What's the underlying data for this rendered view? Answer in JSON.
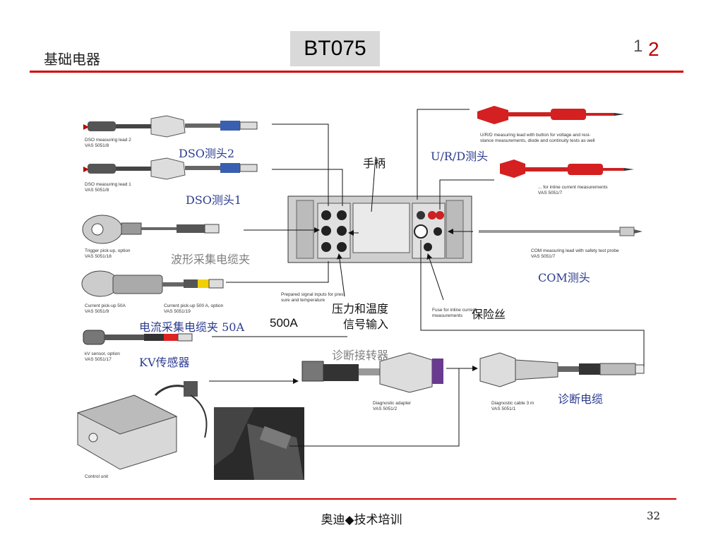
{
  "header": {
    "title": "基础电器",
    "code": "BT075",
    "page_small": "1",
    "page_red": "2"
  },
  "colors": {
    "accent_red": "#d00000",
    "label_blue": "#2b3b8f",
    "code_box": "#d9d9d9"
  },
  "small_labels": {
    "dso2": "DSO measuring lead 2\nVAS 5051/8",
    "dso1": "DSO measuring lead 1\nVAS 5051/8",
    "trigger": "Trigger pick-up, option\nVAS 5051/18",
    "cp50": "Current pick-up 50A\nVAS 5051/9",
    "cp500": "Current pick-up 500 A, option\nVAS 5051/19",
    "kv": "kV sensor, option\nVAS 5051/17",
    "control": "Control unit",
    "prepared": "Prepared signal inputs for pres-\nsure and temperature",
    "fuse": "Fuse for inline current\nmeasurements",
    "urd": "U/R/D measuring lead with button for voltage and resi-\nstance measurements, diode and continuity tests as well",
    "inline": "... for inline current measurements\nVAS 5051/7",
    "com": "COM measuring lead with safety test probe\nVAS 5051/7",
    "adapter": "Diagnostic adapter\nVAS 5051/2",
    "cable": "Diagnostic cable 3 m\nVAS 5051/1"
  },
  "labels": {
    "dso2": "DSO测头2",
    "dso1": "DSO测头1",
    "handle": "手柄",
    "urd": "U/R/D测头",
    "waveform": "波形采集电缆夹",
    "com": "COM测头",
    "pressure1": "压力和温度",
    "pressure2": "信号输入",
    "fuse": "保险丝",
    "current": "电流采集电缆夹 50A",
    "current500": "500A",
    "kv": "KV传感器",
    "adapter": "诊断接转器",
    "cable": "诊断电缆"
  },
  "footer": {
    "text": "奥迪◆技术培训",
    "page": "32"
  }
}
